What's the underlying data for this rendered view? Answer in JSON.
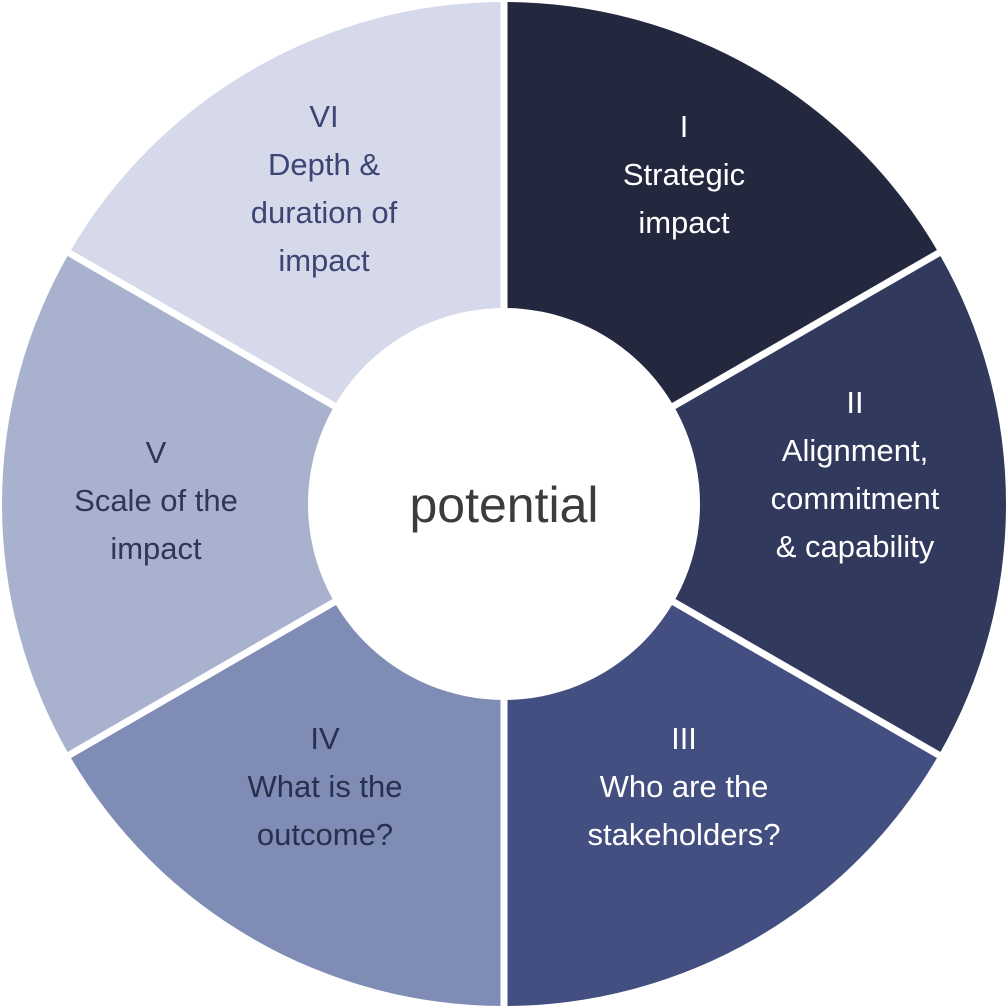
{
  "center": {
    "label": "potential",
    "color": "#3c3c3c"
  },
  "segments": [
    {
      "numeral": "I",
      "lines": [
        "Strategic",
        "impact"
      ],
      "fill": "#24283f",
      "text_color": "#ffffff"
    },
    {
      "numeral": "II",
      "lines": [
        "Alignment,",
        "commitment",
        "& capability"
      ],
      "fill": "#31395d",
      "text_color": "#ffffff"
    },
    {
      "numeral": "III",
      "lines": [
        "Who are the",
        "stakeholders?"
      ],
      "fill": "#434f80",
      "text_color": "#ffffff"
    },
    {
      "numeral": "IV",
      "lines": [
        "What is the",
        "outcome?"
      ],
      "fill": "#7f8cb6",
      "text_color": "#27304f"
    },
    {
      "numeral": "V",
      "lines": [
        "Scale of the",
        "impact"
      ],
      "fill": "#a8b1cd",
      "text_color": "#2e3759"
    },
    {
      "numeral": "VI",
      "lines": [
        "Depth &",
        "duration of",
        "impact"
      ],
      "fill": "#d5d9e9",
      "text_color": "#3c4675"
    }
  ],
  "divider_color": "#ffffff",
  "background": "#ffffff"
}
